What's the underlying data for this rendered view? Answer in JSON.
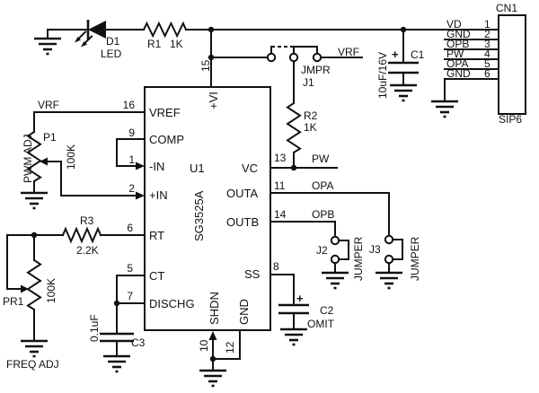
{
  "colors": {
    "ink": "#111111",
    "background": "#ffffff"
  },
  "schematic": {
    "led": {
      "ref": "D1",
      "value": "LED"
    },
    "r1": {
      "ref": "R1",
      "value": "1K"
    },
    "r2": {
      "ref": "R2",
      "value": "1K"
    },
    "r3": {
      "ref": "R3",
      "value": "2.2K"
    },
    "p1": {
      "ref": "P1",
      "value": "100K",
      "adj": "PWM ADJ"
    },
    "pr1": {
      "ref": "PR1",
      "value": "100K",
      "adj": "FREQ ADJ"
    },
    "c1": {
      "ref": "C1",
      "value": "10uF/16V",
      "plus": "+"
    },
    "c2": {
      "ref": "C2",
      "value": "OMIT",
      "plus": "+"
    },
    "c3": {
      "ref": "C3",
      "value": "0.1uF"
    },
    "j1": {
      "ref": "J1",
      "label": "JMPR"
    },
    "j2": {
      "ref": "J2",
      "label": "JUMPER"
    },
    "j3": {
      "ref": "J3",
      "label": "JUMPER"
    },
    "u1": {
      "ref": "U1",
      "part": "SG3525A",
      "pins": {
        "vref": {
          "num": "16",
          "name": "VREF"
        },
        "comp": {
          "num": "9",
          "name": "COMP"
        },
        "inv": {
          "num": "1",
          "name": "-IN"
        },
        "noninv": {
          "num": "2",
          "name": "+IN"
        },
        "rt": {
          "num": "6",
          "name": "RT"
        },
        "ct": {
          "num": "5",
          "name": "CT"
        },
        "dischg": {
          "num": "7",
          "name": "DISCHG"
        },
        "vi": {
          "num": "15",
          "name": "+VI"
        },
        "vc": {
          "num": "13",
          "name": "VC"
        },
        "outa": {
          "num": "11",
          "name": "OUTA"
        },
        "outb": {
          "num": "14",
          "name": "OUTB"
        },
        "ss": {
          "num": "8",
          "name": "SS"
        },
        "shdn": {
          "num": "10",
          "name": "SHDN"
        },
        "gnd": {
          "num": "12",
          "name": "GND"
        }
      }
    },
    "cn1": {
      "ref": "CN1",
      "package": "SIP6",
      "pins": [
        {
          "num": "1",
          "net": "VD"
        },
        {
          "num": "2",
          "net": "GND"
        },
        {
          "num": "3",
          "net": "OPB"
        },
        {
          "num": "4",
          "net": "PW"
        },
        {
          "num": "5",
          "net": "OPA"
        },
        {
          "num": "6",
          "net": "GND"
        }
      ]
    },
    "nets": {
      "vref_stub": "VRF",
      "j1_vrf": "VRF",
      "pw": "PW",
      "opa": "OPA",
      "opb": "OPB"
    }
  }
}
